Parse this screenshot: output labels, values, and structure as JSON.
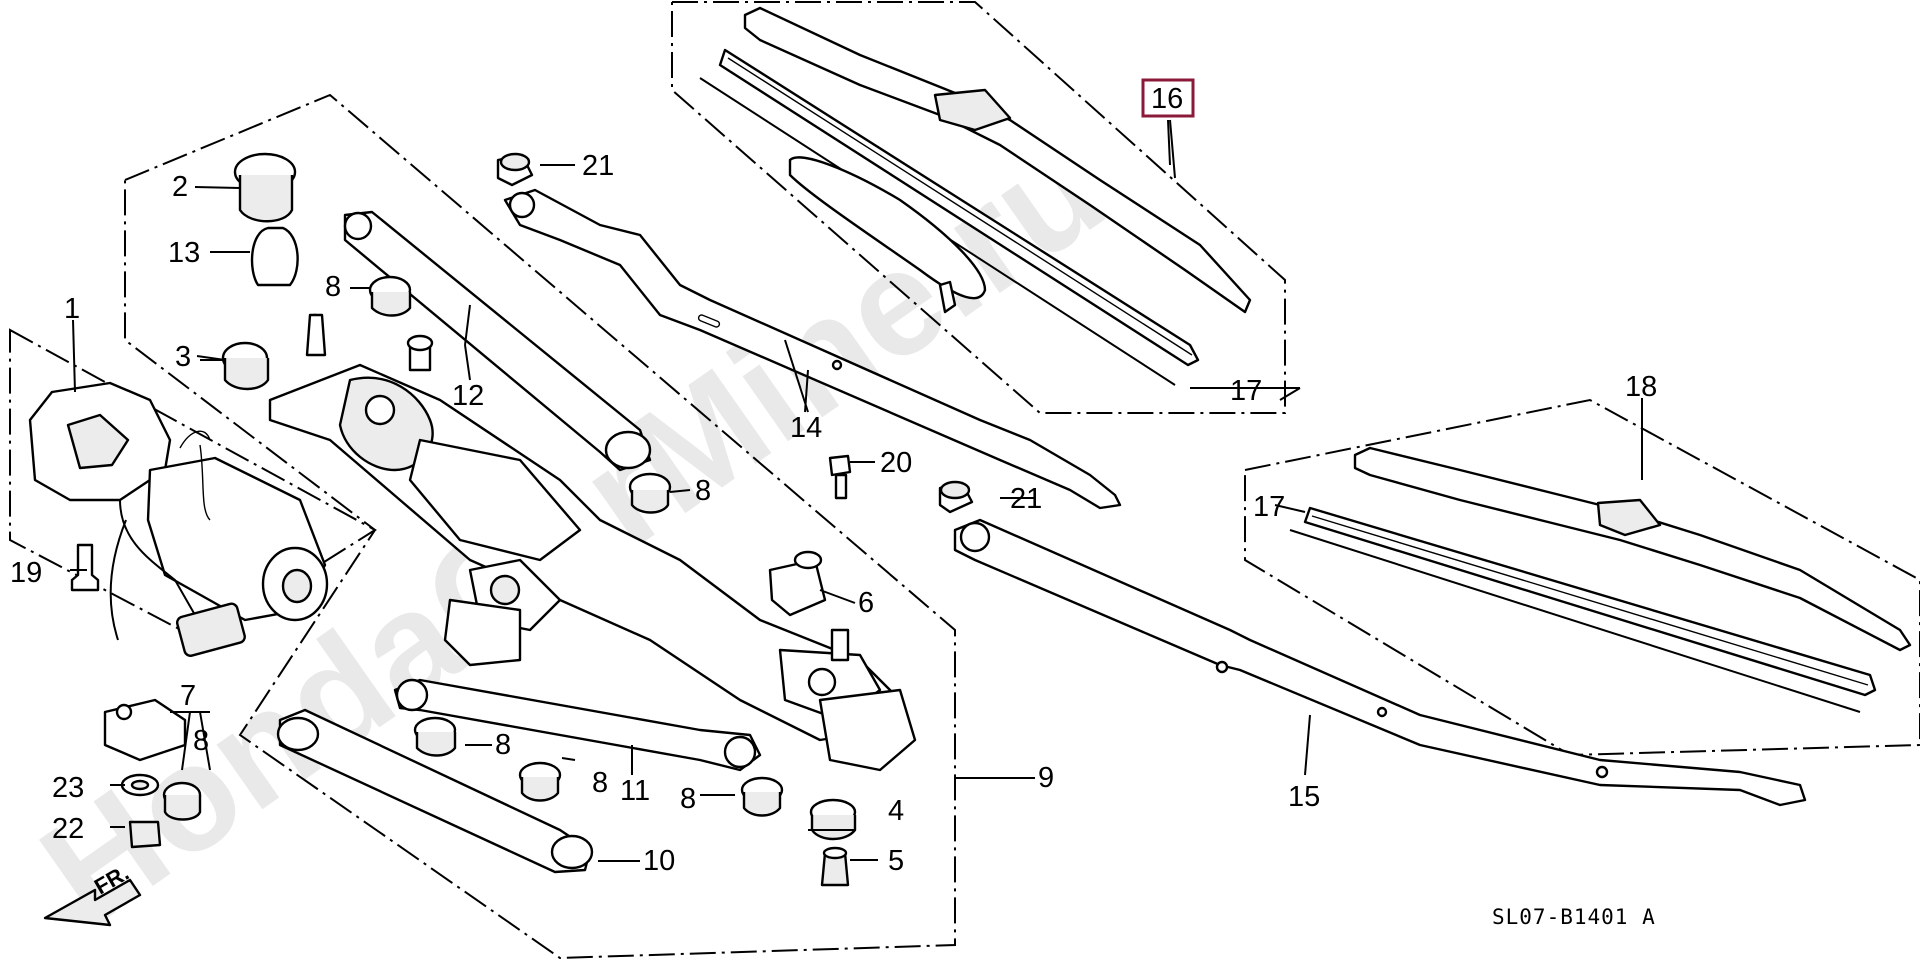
{
  "watermark": "HondaCarMine.ru",
  "drawing_code": "SL07-B1401 A",
  "highlight_color": "#8b1a3a",
  "direction": {
    "label": "FR."
  },
  "callouts": {
    "c1": "1",
    "c2": "2",
    "c3": "3",
    "c4": "4",
    "c5": "5",
    "c6": "6",
    "c7": "7",
    "c8": "8",
    "c9": "9",
    "c10": "10",
    "c11": "11",
    "c12": "12",
    "c13": "13",
    "c14": "14",
    "c15": "15",
    "c16": "16",
    "c17": "17",
    "c18": "18",
    "c19": "19",
    "c20": "20",
    "c21": "21",
    "c22": "22",
    "c23": "23"
  }
}
